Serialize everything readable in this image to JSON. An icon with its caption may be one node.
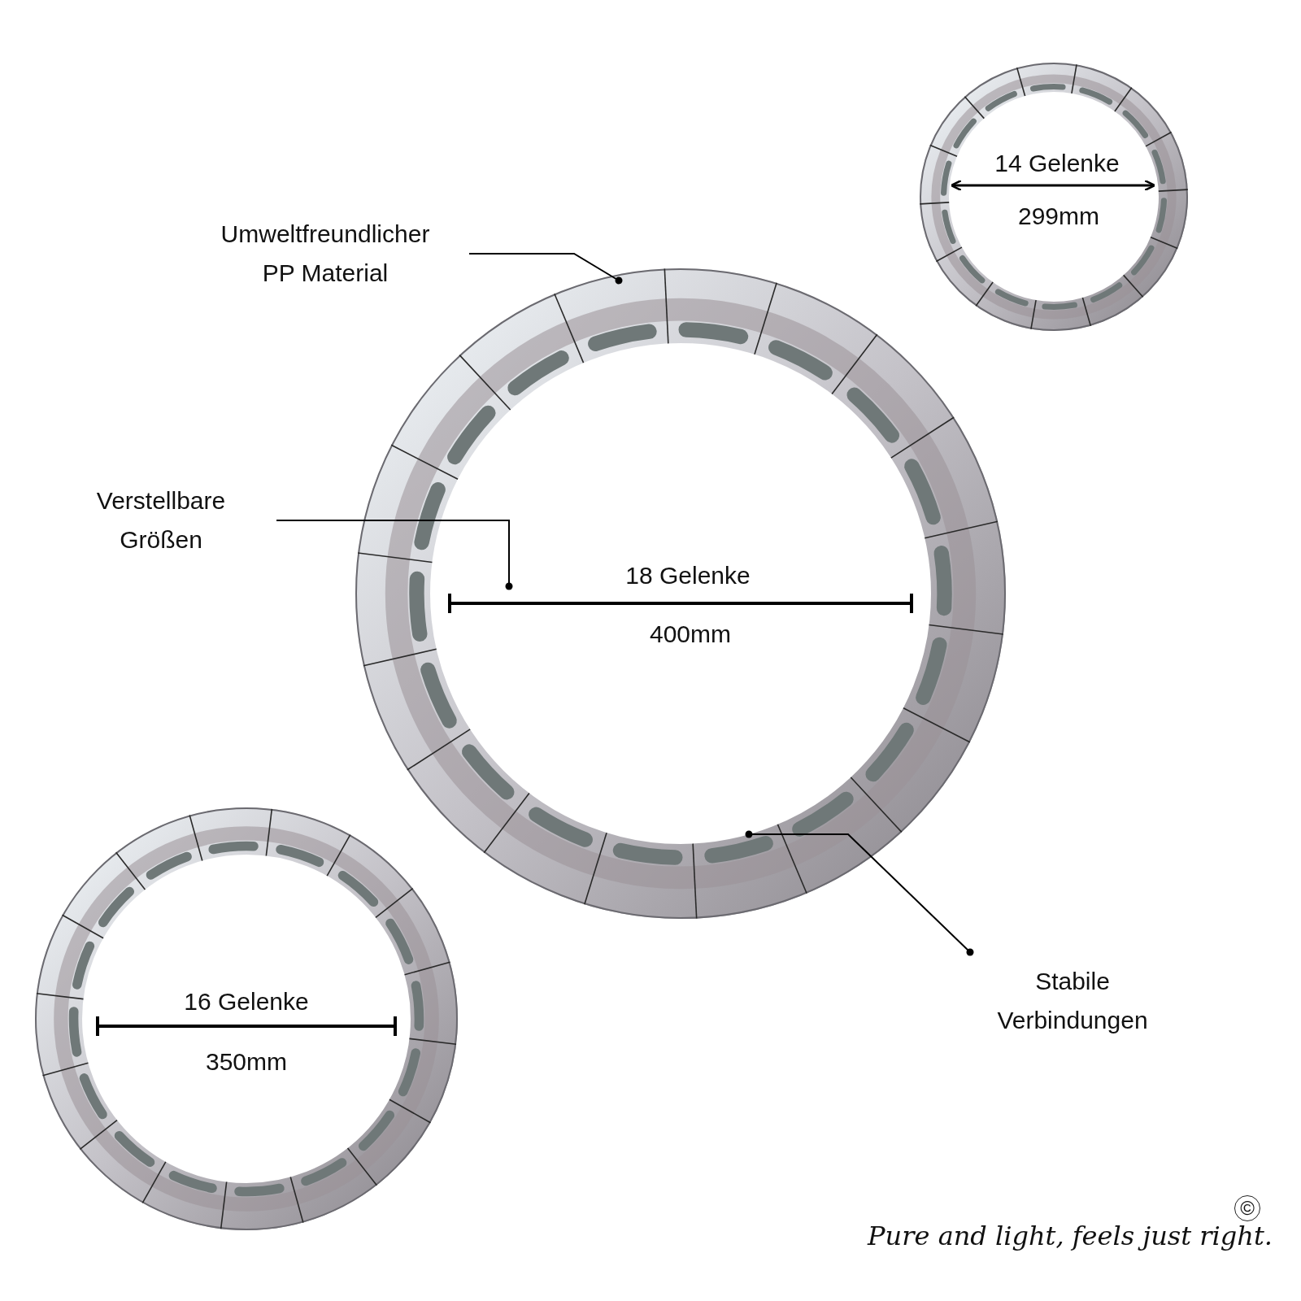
{
  "diagram": {
    "nodes": [
      {
        "text": [
          "Umweltfreundlicher PP Material"
        ]
      },
      {
        "text": [],
        "shape": "picture"
      },
      {
        "text": [
          "Verstellbare Größen"
        ]
      },
      {
        "text": [
          "Stabile Verbindungen"
        ]
      }
    ],
    "edges": [
      {
        "from": 0,
        "to": 1,
        "arrow": "other"
      },
      {
        "from": 2,
        "to": 1,
        "arrow": "other"
      },
      {
        "from": 3,
        "to": 1,
        "arrow": "other"
      }
    ],
    "labels": [
      "14 Gelenke",
      "299mm",
      "18 Gelenke",
      "400mm",
      "16 Gelenke",
      "350mm",
      "©",
      "Pure and light, feels just right."
    ]
  }
}
